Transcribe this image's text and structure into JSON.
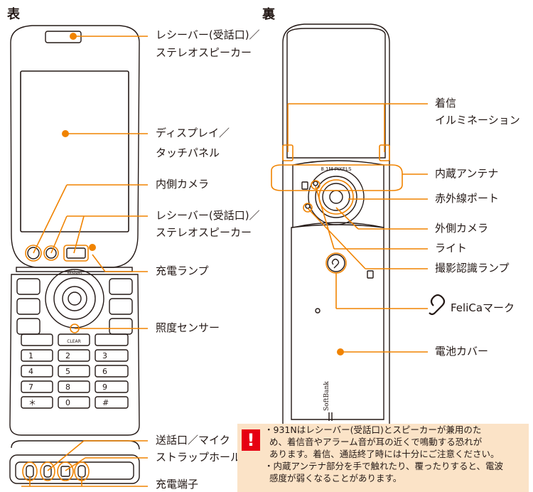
{
  "headings": {
    "front": "表",
    "back": "裏"
  },
  "labels": {
    "receiver_top": [
      "レシーバー(受話口)／",
      "ステレオスピーカー"
    ],
    "display": [
      "ディスプレイ／",
      "タッチパネル"
    ],
    "inner_camera": "内側カメラ",
    "receiver_mid": [
      "レシーバー(受話口)／",
      "ステレオスピーカー"
    ],
    "charge_lamp": "充電ランプ",
    "light_sensor": "照度センサー",
    "mic": "送話口／マイク",
    "strap_hole": "ストラップホール",
    "charge_terminal": "充電端子",
    "incoming_illumination": [
      "着信",
      "イルミネーション"
    ],
    "antenna": "内蔵アンテナ",
    "ir_port": "赤外線ポート",
    "outer_camera": "外側カメラ",
    "light": "ライト",
    "shoot_lamp": "撮影認識ランプ",
    "felica": "FeliCaマーク",
    "battery_cover": "電池カバー"
  },
  "phone_markings": {
    "widget": "Widget",
    "clear": "CLEAR",
    "pixels": "8.1M PIXELS",
    "brand": "SoftBank"
  },
  "keypad": [
    "1",
    "2",
    "3",
    "4",
    "5",
    "6",
    "7",
    "8",
    "9",
    "＊",
    "0",
    "#"
  ],
  "notice": {
    "mark": "!",
    "lines": [
      "・931Nはレシーバー(受話口)とスピーカーが兼用のた",
      "め、着信音やアラーム音が耳の近くで鳴動する恐れが",
      "あります。着信、通話終了時には十分にご注意ください。",
      "・内蔵アンテナ部分を手で触れたり、覆ったりすると、電波",
      "感度が弱くなることがあります。"
    ]
  },
  "colors": {
    "leader": "#f08300",
    "dot": "#f08300",
    "warning": "#e60012",
    "note_bg": "#fbe3c7"
  }
}
